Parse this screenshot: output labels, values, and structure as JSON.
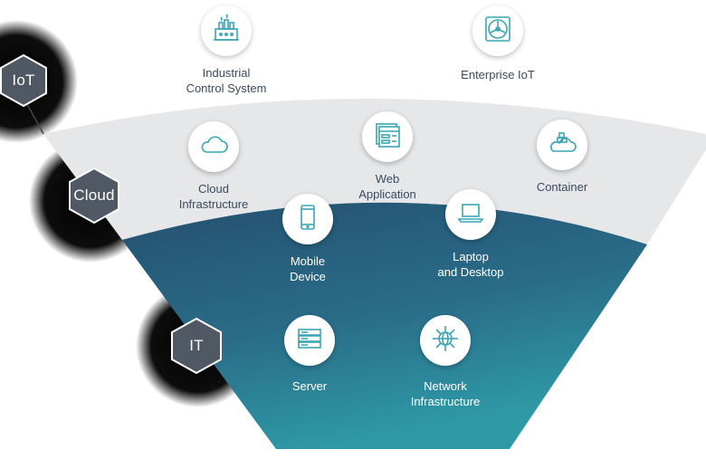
{
  "layers": [
    {
      "id": "iot",
      "label": "IoT"
    },
    {
      "id": "cloud",
      "label": "Cloud"
    },
    {
      "id": "it",
      "label": "IT"
    }
  ],
  "nodes": {
    "industrial": {
      "label": "Industrial\nControl System",
      "icon": "factory-icon"
    },
    "enterprise": {
      "label": "Enterprise IoT",
      "icon": "fan-grid-icon"
    },
    "cloud_infra": {
      "label": "Cloud\nInfrastructure",
      "icon": "cloud-icon"
    },
    "web_app": {
      "label": "Web\nApplication",
      "icon": "web-app-icon"
    },
    "container": {
      "label": "Container",
      "icon": "container-icon"
    },
    "mobile": {
      "label": "Mobile\nDevice",
      "icon": "mobile-phone-icon"
    },
    "laptop": {
      "label": "Laptop\nand Desktop",
      "icon": "laptop-icon"
    },
    "server": {
      "label": "Server",
      "icon": "server-icon"
    },
    "network": {
      "label": "Network\nInfrastructure",
      "icon": "network-icon"
    }
  },
  "colors": {
    "band_gray": "#e6e7e9",
    "teal_top": "#2b5f7e",
    "teal_bottom": "#2c8f9f",
    "hex_fill": "#4f5863",
    "icon_teal": "#3aa6b2",
    "shadow": "#000000"
  }
}
